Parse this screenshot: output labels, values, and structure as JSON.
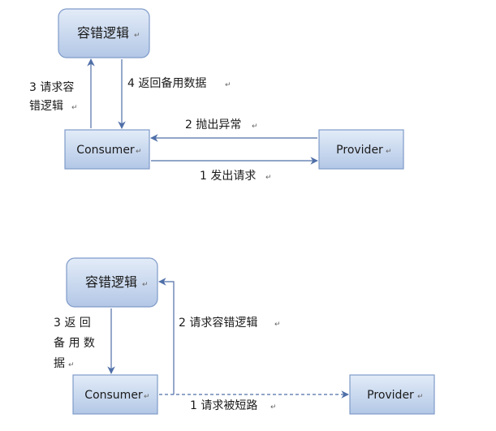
{
  "diagram1": {
    "nodes": {
      "fallback": "容错逻辑",
      "consumer": "Consumer",
      "provider": "Provider"
    },
    "labels": {
      "step1": "1 发出请求",
      "step2": "2 抛出异常",
      "step3_line1": "3  请求容",
      "step3_line2": "错逻辑",
      "step4": "4 返回备用数据"
    }
  },
  "diagram2": {
    "nodes": {
      "fallback": "容错逻辑",
      "consumer": "Consumer",
      "provider": "Provider"
    },
    "labels": {
      "step1": "1 请求被短路",
      "step2": "2  请求容错逻辑",
      "step3_line1": "3   返  回",
      "step3_line2": "备  用  数",
      "step3_line3": "据"
    }
  },
  "colors": {
    "box_fill_top": "#dfe9f7",
    "box_fill_bottom": "#b5c9e8",
    "box_stroke": "#7f9bc9",
    "arrow": "#4f6fa8",
    "return_mark": "#666666"
  }
}
